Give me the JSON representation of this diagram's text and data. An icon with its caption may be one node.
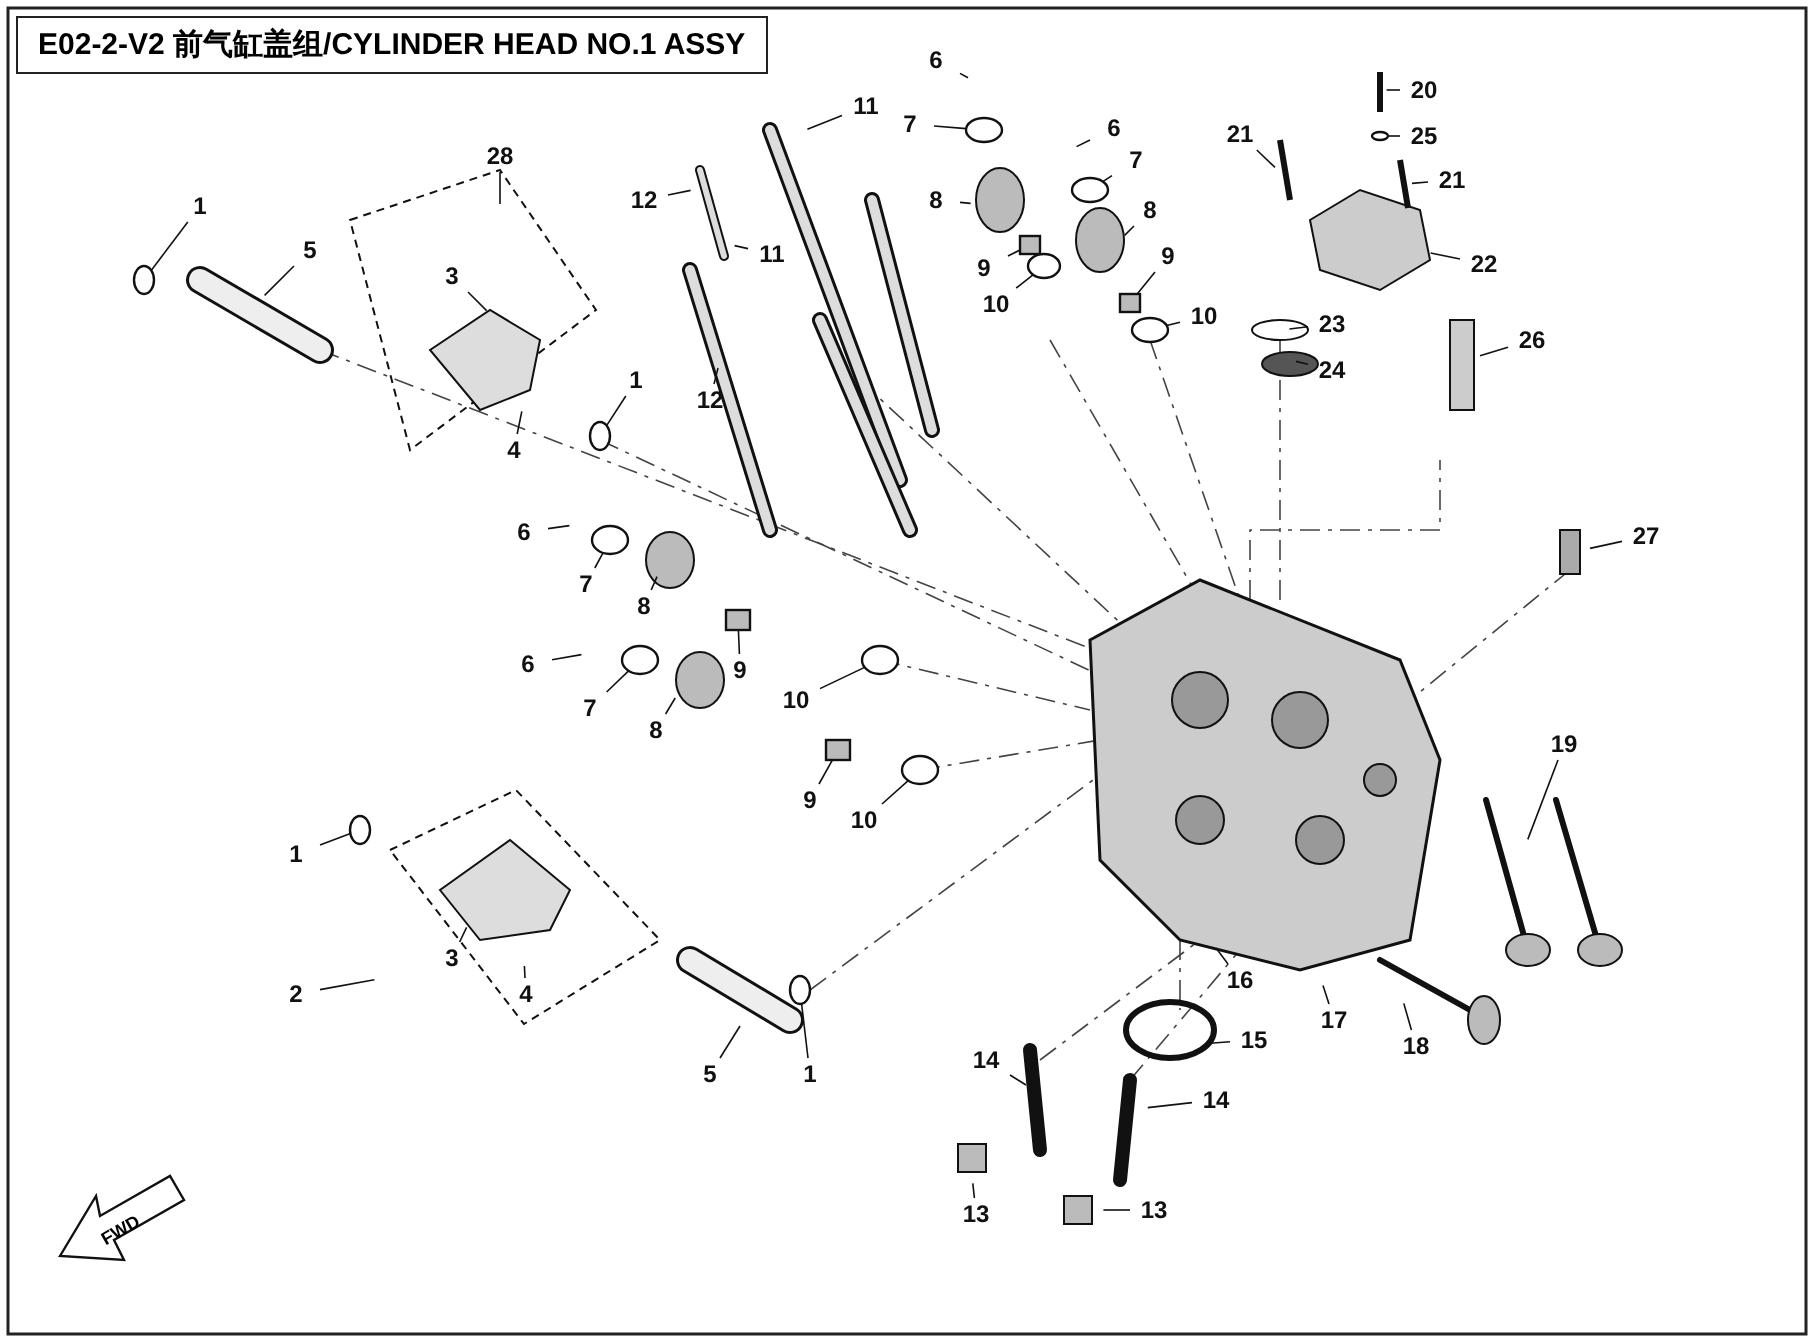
{
  "diagram": {
    "title": "E02-2-V2 前气缸盖组/CYLINDER HEAD NO.1 ASSY",
    "nodes": [
      {
        "text": [
          "1"
        ]
      },
      {
        "text": [
          "5"
        ]
      },
      {
        "text": [
          "28"
        ]
      },
      {
        "text": [
          "3"
        ]
      },
      {
        "text": [
          "4"
        ]
      },
      {
        "text": [
          "1"
        ]
      },
      {
        "text": [
          "12"
        ]
      },
      {
        "text": [
          "11"
        ]
      },
      {
        "text": [
          "11"
        ]
      },
      {
        "text": [
          "12"
        ]
      },
      {
        "text": [
          "6"
        ]
      },
      {
        "text": [
          "7"
        ]
      },
      {
        "text": [
          "6"
        ]
      },
      {
        "text": [
          "7"
        ]
      },
      {
        "text": [
          "8"
        ]
      },
      {
        "text": [
          "9"
        ]
      },
      {
        "text": [
          "10"
        ]
      },
      {
        "text": [
          "8"
        ]
      },
      {
        "text": [
          "9"
        ]
      },
      {
        "text": [
          "10"
        ]
      },
      {
        "text": [
          "20"
        ]
      },
      {
        "text": [
          "25"
        ]
      },
      {
        "text": [
          "21"
        ]
      },
      {
        "text": [
          "21"
        ]
      },
      {
        "text": [
          "22"
        ]
      },
      {
        "text": [
          "23"
        ]
      },
      {
        "text": [
          "24"
        ]
      },
      {
        "text": [
          "26"
        ]
      },
      {
        "text": [
          "27"
        ]
      },
      {
        "text": [
          "6"
        ]
      },
      {
        "text": [
          "7"
        ]
      },
      {
        "text": [
          "8"
        ]
      },
      {
        "text": [
          "9"
        ]
      },
      {
        "text": [
          "10"
        ]
      },
      {
        "text": [
          "6"
        ]
      },
      {
        "text": [
          "7"
        ]
      },
      {
        "text": [
          "8"
        ]
      },
      {
        "text": [
          "9"
        ]
      },
      {
        "text": [
          "10"
        ]
      },
      {
        "text": [
          "19"
        ]
      },
      {
        "text": [
          "1"
        ]
      },
      {
        "text": [
          "2"
        ]
      },
      {
        "text": [
          "3"
        ]
      },
      {
        "text": [
          "4"
        ]
      },
      {
        "text": [
          "5"
        ]
      },
      {
        "text": [
          "1"
        ]
      },
      {
        "text": [
          "14"
        ]
      },
      {
        "text": [
          "13"
        ]
      },
      {
        "text": [
          "15"
        ]
      },
      {
        "text": [
          "16"
        ]
      },
      {
        "text": [
          "17"
        ]
      },
      {
        "text": [
          "18"
        ]
      },
      {
        "text": [
          "14"
        ]
      },
      {
        "text": [
          "13"
        ]
      },
      {
        "text": [],
        "shape": "circle"
      },
      {
        "text": [],
        "shape": "circle"
      },
      {
        "text": [],
        "shape": "circle"
      },
      {
        "text": [],
        "shape": "circle"
      },
      {
        "text": [],
        "shape": "box"
      },
      {
        "text": [],
        "shape": "circle"
      },
      {
        "text": [],
        "shape": "box"
      },
      {
        "text": [],
        "shape": "circle"
      },
      {
        "text": [],
        "shape": "circle"
      },
      {
        "text": [],
        "shape": "circle"
      },
      {
        "text": [],
        "shape": "box"
      },
      {
        "text": [],
        "shape": "circle"
      },
      {
        "text": [],
        "shape": "box"
      },
      {
        "text": [],
        "shape": "circle"
      },
      {
        "text": [],
        "shape": "circle"
      },
      {
        "text": [],
        "shape": "circle"
      },
      {
        "text": [],
        "shape": "circle"
      }
    ],
    "edges": [
      {
        "from": 0,
        "to": 54,
        "arrow": "none"
      },
      {
        "from": 1,
        "to": null,
        "arrow": "none"
      },
      {
        "from": 2,
        "to": null,
        "arrow": "none"
      },
      {
        "from": 3,
        "to": null,
        "arrow": "none"
      },
      {
        "from": 4,
        "to": null,
        "arrow": "none"
      },
      {
        "from": 5,
        "to": 55,
        "arrow": "none"
      },
      {
        "from": 6,
        "to": null,
        "arrow": "none"
      },
      {
        "from": 7,
        "to": null,
        "arrow": "none"
      },
      {
        "from": 8,
        "to": null,
        "arrow": "none"
      },
      {
        "from": 9,
        "to": null,
        "arrow": "none"
      },
      {
        "from": 10,
        "to": null,
        "arrow": "none"
      },
      {
        "from": 11,
        "to": 56,
        "arrow": "none"
      },
      {
        "from": 12,
        "to": null,
        "arrow": "none"
      },
      {
        "from": 13,
        "to": 57,
        "arrow": "none"
      },
      {
        "from": 14,
        "to": null,
        "arrow": "none"
      },
      {
        "from": 15,
        "to": 58,
        "arrow": "none"
      },
      {
        "from": 16,
        "to": 59,
        "arrow": "none"
      },
      {
        "from": 17,
        "to": null,
        "arrow": "none"
      },
      {
        "from": 18,
        "to": 60,
        "arrow": "none"
      },
      {
        "from": 19,
        "to": 61,
        "arrow": "none"
      },
      {
        "from": 20,
        "to": null,
        "arrow": "none"
      },
      {
        "from": 21,
        "to": 62,
        "arrow": "none"
      },
      {
        "from": 22,
        "to": null,
        "arrow": "none"
      },
      {
        "from": 23,
        "to": null,
        "arrow": "none"
      },
      {
        "from": 24,
        "to": null,
        "arrow": "none"
      },
      {
        "from": 25,
        "to": null,
        "arrow": "none"
      },
      {
        "from": 26,
        "to": null,
        "arrow": "none"
      },
      {
        "from": 27,
        "to": null,
        "arrow": "none"
      },
      {
        "from": 28,
        "to": null,
        "arrow": "none"
      },
      {
        "from": 29,
        "to": null,
        "arrow": "none"
      },
      {
        "from": 30,
        "to": 63,
        "arrow": "none"
      },
      {
        "from": 31,
        "to": null,
        "arrow": "none"
      },
      {
        "from": 32,
        "to": 64,
        "arrow": "none"
      },
      {
        "from": 33,
        "to": 70,
        "arrow": "none"
      },
      {
        "from": 34,
        "to": null,
        "arrow": "none"
      },
      {
        "from": 35,
        "to": 65,
        "arrow": "none"
      },
      {
        "from": 36,
        "to": null,
        "arrow": "none"
      },
      {
        "from": 37,
        "to": 66,
        "arrow": "none"
      },
      {
        "from": 38,
        "to": 67,
        "arrow": "none"
      },
      {
        "from": 39,
        "to": null,
        "arrow": "none"
      },
      {
        "from": 40,
        "to": 68,
        "arrow": "none"
      },
      {
        "from": 41,
        "to": null,
        "arrow": "none"
      },
      {
        "from": 42,
        "to": null,
        "arrow": "none"
      },
      {
        "from": 43,
        "to": null,
        "arrow": "none"
      },
      {
        "from": 44,
        "to": null,
        "arrow": "none"
      },
      {
        "from": 45,
        "to": 69,
        "arrow": "none"
      },
      {
        "from": 46,
        "to": null,
        "arrow": "none"
      },
      {
        "from": 47,
        "to": null,
        "arrow": "none"
      },
      {
        "from": 48,
        "to": null,
        "arrow": "none"
      },
      {
        "from": 49,
        "to": null,
        "arrow": "none"
      },
      {
        "from": 50,
        "to": null,
        "arrow": "none"
      },
      {
        "from": 51,
        "to": null,
        "arrow": "none"
      },
      {
        "from": 52,
        "to": null,
        "arrow": "none"
      },
      {
        "from": 53,
        "to": null,
        "arrow": "none"
      }
    ],
    "labels": [
      "FWD"
    ]
  }
}
